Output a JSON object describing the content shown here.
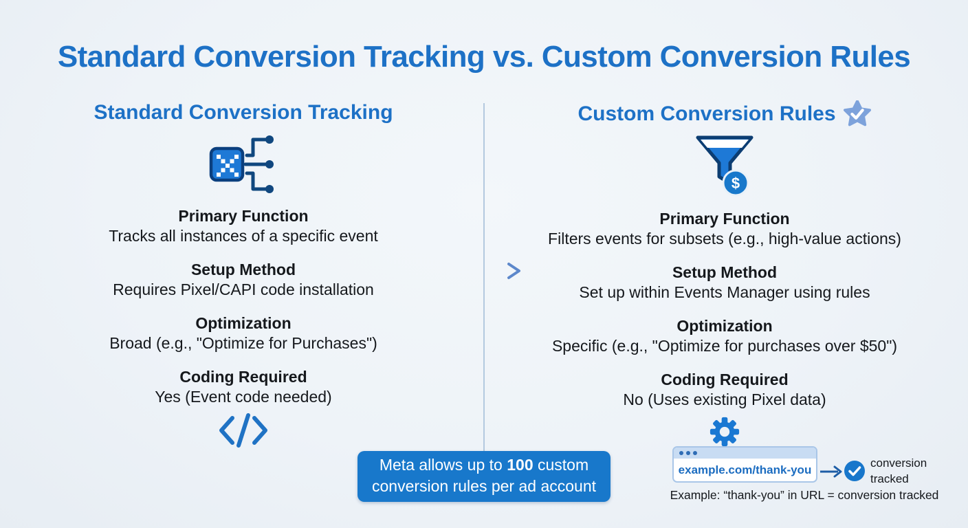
{
  "title": "Standard Conversion Tracking vs. Custom Conversion Rules",
  "left_column": {
    "title": "Standard Conversion Tracking",
    "icon": "pixel-connector-icon",
    "rows": [
      {
        "label": "Primary Function",
        "value": "Tracks all instances of a specific event"
      },
      {
        "label": "Setup Method",
        "value": "Requires Pixel/CAPI code installation"
      },
      {
        "label": "Optimization",
        "value": "Broad (e.g., \"Optimize for Purchases\")"
      },
      {
        "label": "Coding Required",
        "value": "Yes (Event code needed)"
      }
    ],
    "footer_icon": "code-icon"
  },
  "right_column": {
    "title": "Custom Conversion Rules",
    "badge_icon": "star-check-icon",
    "icon": "funnel-dollar-icon",
    "rows": [
      {
        "label": "Primary Function",
        "value": "Filters events for subsets (e.g., high-value actions)"
      },
      {
        "label": "Setup Method",
        "value": "Set up within Events Manager using rules"
      },
      {
        "label": "Optimization",
        "value": "Specific (e.g., \"Optimize for purchases over $50\")"
      },
      {
        "label": "Coding Required",
        "value": "No (Uses existing Pixel data)"
      }
    ],
    "footer_icon": "gear-icon"
  },
  "callout": {
    "text_before": "Meta allows up to ",
    "highlight": "100",
    "text_after": " custom conversion rules per ad account",
    "bg_color": "#1878cb"
  },
  "url_example": {
    "url": "example.com/thank-you",
    "result_line1": "conversion",
    "result_line2": "tracked",
    "caption": "Example: “thank-you” in URL = conversion tracked"
  },
  "colors": {
    "accent_blue": "#1d71c6",
    "bright_blue": "#1e79d6",
    "dark_navy": "#10477f",
    "divider_blue": "#b3c9df",
    "background": "#eef3f8"
  }
}
